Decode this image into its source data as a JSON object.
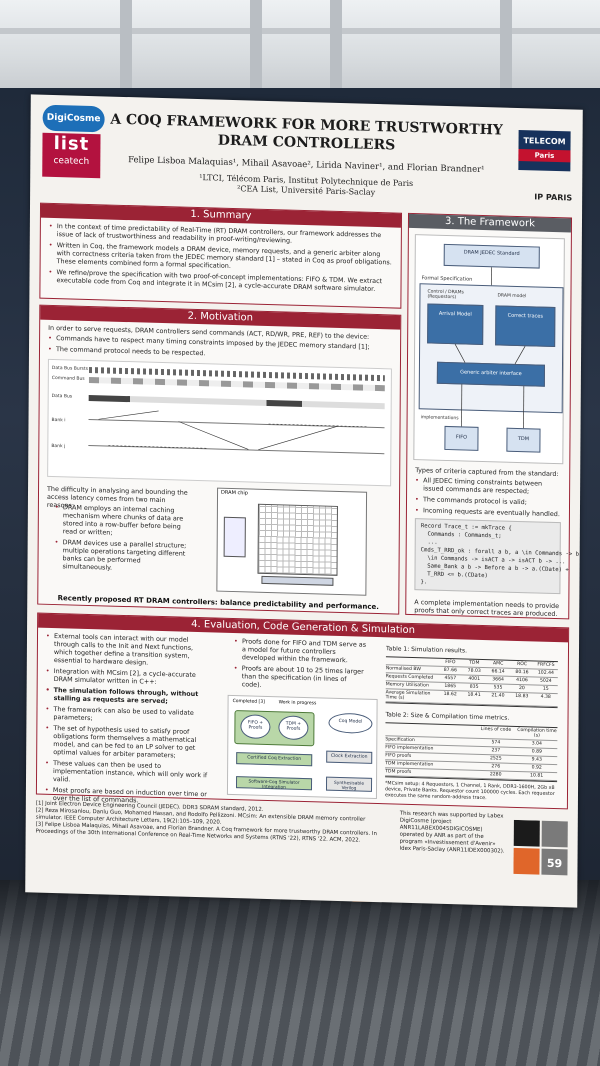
{
  "poster": {
    "title": "A COQ FRAMEWORK FOR MORE TRUSTWORTHY DRAM CONTROLLERS",
    "authors": "Felipe Lisboa Malaquias¹, Mihail Asavoae², Lirida Naviner¹, and Florian Brandner¹",
    "affiliation_1": "¹LTCI, Télécom Paris, Institut Polytechnique de Paris",
    "affiliation_2": "²CEA List, Université Paris-Saclay",
    "logos": {
      "digicosme": "DigiCosme",
      "list": "list",
      "ceatech": "ceatech",
      "telecom": "TELECOM",
      "telecom_sub": "Paris",
      "ipparis": "IP PARIS"
    },
    "summary": {
      "heading": "1. Summary",
      "bullets": [
        "In the context of time predictability of Real-Time (RT) DRAM controllers, our framework addresses the issue of lack of trustworthiness and readability in proof-writing/reviewing.",
        "Written in Coq, the framework models a DRAM device, memory requests, and a generic arbiter along with correctness criteria taken from the JEDEC memory standard [1] – stated in Coq as proof obligations. These elements combined form a formal specification.",
        "We refine/prove the specification with two proof-of-concept implementations: FIFO & TDM. We extract executable code from Coq and integrate it in MCsim [2], a cycle-accurate DRAM software simulator."
      ]
    },
    "motivation": {
      "heading": "2. Motivation",
      "intro": "In order to serve requests, DRAM controllers send commands (ACT, RD/WR, PRE, REF) to the device:",
      "bullets": [
        "Commands have to respect many timing constraints imposed by the JEDEC memory standard [1];",
        "The command protocol needs to be respected."
      ],
      "timing_labels": [
        "Data Bus Bursts",
        "Command Bus",
        "Data Bus",
        "Bank i",
        "Bank j"
      ],
      "difficulty": "The difficulty in analysing and bounding the access latency comes from two main reasons:",
      "reasons": [
        "DRAM employs an internal caching mechanism where chunks of data are stored into a row-buffer before being read or written;",
        "DRAM devices use a parallel structure; multiple operations targeting different banks can be performed simultaneously."
      ],
      "chip_label": "DRAM chip",
      "closing": "Recently proposed RT DRAM controllers: balance predictability and performance."
    },
    "framework": {
      "heading": "3. The Framework",
      "dram_box": "DRAM JEDEC Standard",
      "formal_spec": "Formal Specification",
      "control": "Control / DRAMs (Requestors)",
      "dram_model": "DRAM model",
      "arrival": "Arrival Model",
      "correct": "Correct traces",
      "arbiter": "Generic arbiter interface",
      "impl_label": "implementations",
      "fifo": "FIFO",
      "tdm": "TDM",
      "criteria_intro": "Types of criteria captured from the standard:",
      "criteria": [
        "All JEDEC timing constraints between issued commands are respected;",
        "The commands protocol is valid;",
        "Incoming requests are eventually handled."
      ],
      "code_lines": [
        "Record Trace_t := mkTrace {",
        "  Commands : Commands_t;",
        "  ...",
        "Cmds_T_RRD_ok : forall a b, a \\in Commands -> b",
        "  \\in Commands -> isACT a -> isACT b -> ...",
        "  Same_Bank a b -> Before a b -> a.(CDate) +",
        "  T_RRD <= b.(CDate)",
        "}."
      ],
      "closing": "A complete implementation needs to provide proofs that only correct traces are produced."
    },
    "evaluation": {
      "heading": "4. Evaluation, Code Generation & Simulation",
      "left_bullets": [
        "External tools can interact with our model through calls to the Init and Next functions, which together define a transition system, essential to hardware design.",
        "Integration with MCsim [2], a cycle-accurate DRAM simulator written in C++:",
        "The simulation follows through, without stalling as requests are served;",
        "The framework can also be used to validate parameters;",
        "The set of hypothesis used to satisfy proof obligations form themselves a mathematical model, and can be fed to an LP solver to get optimal values for arbiter parameters;",
        "These values can then be used to implementation instance, which will only work if valid.",
        "Most proofs are based on induction over time or over the list of commands."
      ],
      "mid_bullets": [
        "Proofs done for FIFO and TDM serve as a model for future controllers developed within the framework.",
        "Proofs are about 10 to 25 times larger than the specification (in lines of code)."
      ],
      "legend_completed": "Completed [3]",
      "legend_wip": "Work in progress",
      "diagram_fifo": "FIFO + Proofs",
      "diagram_tdm": "TDM + Proofs",
      "diagram_certified": "Certified Coq Extraction",
      "diagram_clock": "Clock Extraction",
      "diagram_coq": "Coq Model",
      "diagram_verilog": "Synthesisable Verilog",
      "diagram_mcsim": "Software-Coq Simulator Integration",
      "table1_caption": "Table 1: Simulation results.",
      "table1_header": [
        "",
        "FIFO",
        "TDM",
        "AMC",
        "ROC",
        "FRFCFS"
      ],
      "table1_rows": [
        [
          "Normalised BW",
          "87.66",
          "78.03",
          "66.14",
          "80.16",
          "102.44"
        ],
        [
          "Requests Completed",
          "4557",
          "4001",
          "3664",
          "4106",
          "5024"
        ],
        [
          "Memory Utilisation",
          "1865",
          "835",
          "535",
          "20",
          "15"
        ],
        [
          "Average Simulation Time (s)",
          "18.62",
          "18.41",
          "21.40",
          "18.83",
          "4.38"
        ]
      ],
      "table2_caption": "Table 2: Size & Compilation time metrics.",
      "table2_header": [
        "",
        "Lines of code",
        "Compilation time (s)"
      ],
      "table2_rows": [
        [
          "Specification",
          "574",
          "3.04"
        ],
        [
          "FIFO implementation",
          "237",
          "0.89"
        ],
        [
          "FIFO proofs",
          "2525",
          "9.43"
        ],
        [
          "TDM implementation",
          "276",
          "0.92"
        ],
        [
          "TDM proofs",
          "2280",
          "10.81"
        ]
      ],
      "note": "*MCsim setup: 4 Requestors, 1 Channel, 1 Rank, DDR3-1600H, 2Gb x8 device, Private Banks. Requestor count 100000 cycles. Each requestor executes the same random-address trace."
    },
    "references": [
      "[1] Joint Electron Device Engineering Council (JEDEC). DDR3 SDRAM standard, 2012.",
      "[2] Reza Mirosanlou, Danlu Guo, Mohamed Hassan, and Rodolfo Pellizzoni. MCsim: An extensible DRAM memory controller simulator. IEEE Computer Architecture Letters, 19(2):105–109, 2020.",
      "[3] Felipe Lisboa Malaquias, Mihail Asavoae, and Florian Brandner. A Coq framework for more trustworthy DRAM controllers. In Proceedings of the 30th International Conference on Real-Time Networks and Systems (RTNS '22), RTNS '22. ACM, 2022."
    ],
    "acknowledgement": "This research was supported by Labex DigiCosme (project ANR11LABEX0045DIGICOSME) operated by ANR as part of the program «Investissement d'Avenir» Idex Paris-Saclay (ANR11IDEX000302).",
    "badge_number": "59",
    "colors": {
      "accent": "#9b2335",
      "diagram_blue": "#3b6fa6"
    }
  }
}
